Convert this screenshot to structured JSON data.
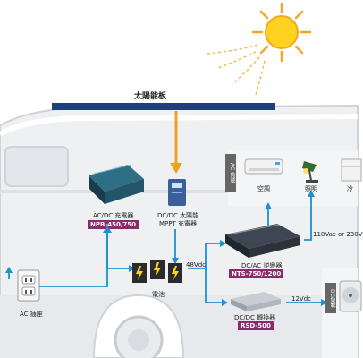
{
  "panel_title": "太陽能板",
  "charger": {
    "model_line": "AC/DC 充電器",
    "tag": "NPB-450/750"
  },
  "mppt": {
    "line1": "DC/DC 太陽能",
    "line2": "MPPT 充電器"
  },
  "battery": {
    "label": "電池"
  },
  "voltage_48": "48Vdc",
  "voltage_12": "12Vdc",
  "voltage_ac": "110Vac or 230V",
  "inverter": {
    "line1": "DC/AC 逆變器",
    "tag": "NTS-750/1200"
  },
  "converter": {
    "line1": "DC/DC 轉換器",
    "tag": "RSD-500"
  },
  "ac_outlet": "AC 插座",
  "ac_zone": "AC 負載",
  "dc_zone": "DC負載",
  "appliances": {
    "aircon": "空調",
    "lamp": "照明",
    "partial": "冷"
  },
  "colors": {
    "accent": "#8a2b6b",
    "arrow_orange": "#f0a020",
    "arrow_blue": "#1e90d0",
    "panel": "#1f3f7a"
  }
}
